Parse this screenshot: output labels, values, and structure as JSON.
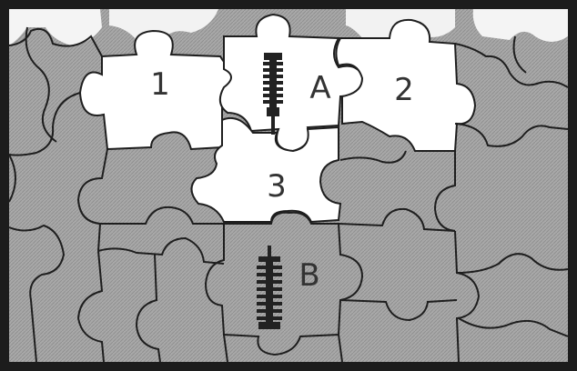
{
  "colors": {
    "frame": "#1c1c1c",
    "gray": "#a8a8a8",
    "white": "#ffffff",
    "line": "#1e1e1e",
    "ink": "#222222"
  },
  "pieces": {
    "p1": {
      "label": "1",
      "fill": "white"
    },
    "pA": {
      "label": "A",
      "fill": "white",
      "icon": "heating-element-icon"
    },
    "p2": {
      "label": "2",
      "fill": "white"
    },
    "p3": {
      "label": "3",
      "fill": "white"
    },
    "pB": {
      "label": "B",
      "fill": "gray",
      "icon": "heating-element-icon"
    }
  }
}
